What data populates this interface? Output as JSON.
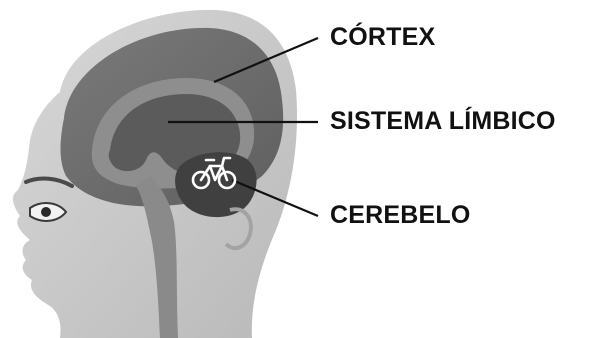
{
  "labels": {
    "cortex": "CÓRTEX",
    "limbic_system": "SISTEMA LÍMBICO",
    "cerebellum": "CEREBELO"
  },
  "icons": {
    "cerebellum_marker": "bicycle-icon"
  },
  "colors": {
    "skin": "#c7c7c7",
    "cortex": "#6c6c6c",
    "limbic": "#5a5a5a",
    "cerebellum": "#3f3f3f",
    "leader_line": "#111111",
    "label_text": "#111111"
  }
}
